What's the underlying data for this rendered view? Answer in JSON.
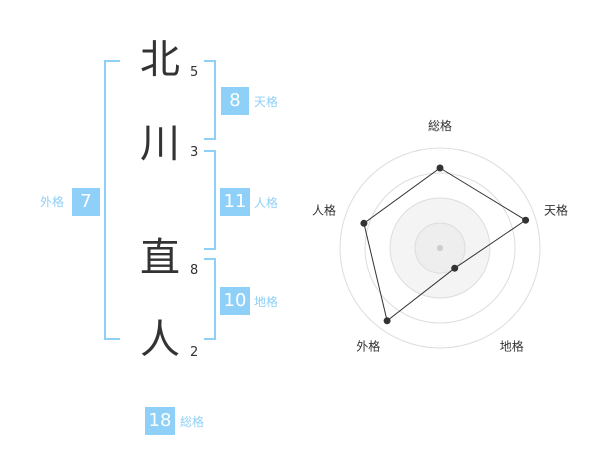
{
  "name": {
    "chars": [
      {
        "char": "北",
        "strokes": "5"
      },
      {
        "char": "川",
        "strokes": "3"
      },
      {
        "char": "直",
        "strokes": "8"
      },
      {
        "char": "人",
        "strokes": "2"
      }
    ]
  },
  "fortunes": {
    "tenkaku": {
      "value": "8",
      "label": "天格"
    },
    "jinkaku": {
      "value": "11",
      "label": "人格"
    },
    "chikaku": {
      "value": "10",
      "label": "地格"
    },
    "gaikaku": {
      "value": "7",
      "label": "外格"
    },
    "soukaku": {
      "value": "18",
      "label": "総格"
    }
  },
  "colors": {
    "accent": "#8fd0f8",
    "text": "#333333"
  },
  "chart_data": {
    "type": "radar",
    "axes": [
      "総格",
      "天格",
      "地格",
      "外格",
      "人格"
    ],
    "values": [
      0.8,
      0.9,
      0.25,
      0.9,
      0.8
    ],
    "range": [
      0,
      1
    ],
    "rings": 4,
    "grid": true
  }
}
